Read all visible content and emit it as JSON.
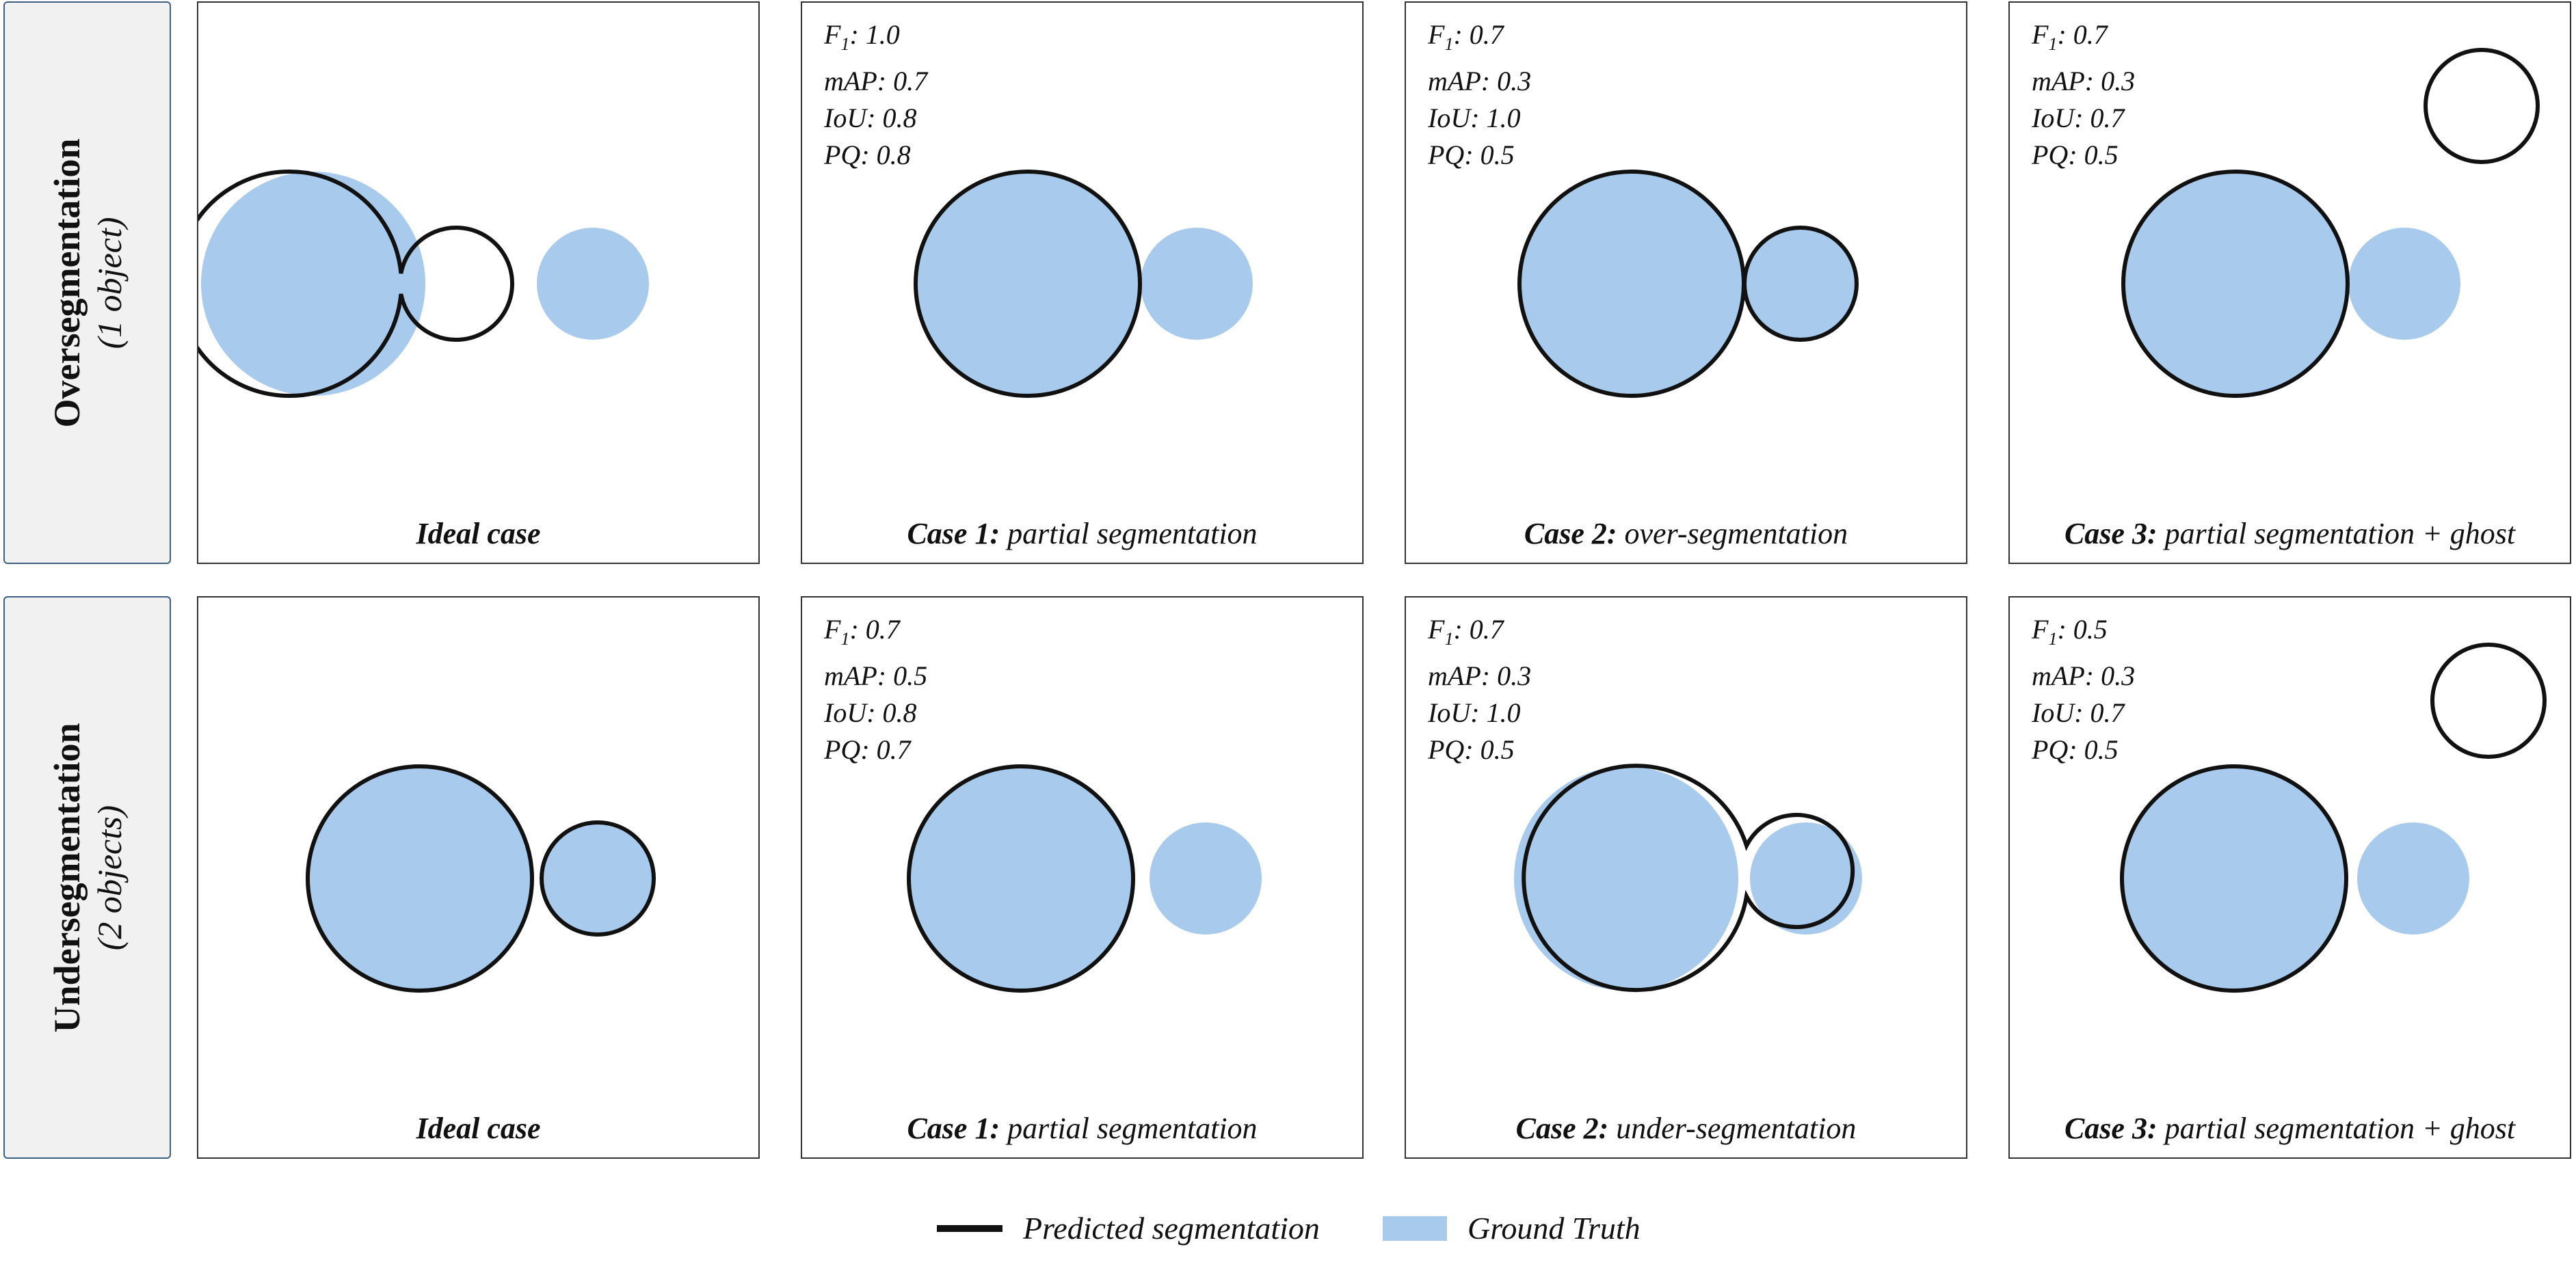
{
  "colors": {
    "ground_truth_fill": "#a8caec",
    "prediction_stroke": "#111111",
    "row_label_bg": "#f1f1f1",
    "row_label_border": "#3d5f86"
  },
  "rows": [
    {
      "label": "Oversegmentation",
      "sublabel": "(1 object)",
      "panels": [
        {
          "kind": "ideal",
          "caption_bold": "Ideal case",
          "caption_rest": ""
        },
        {
          "kind": "case1",
          "caption_bold": "Case 1:",
          "caption_rest": " partial segmentation",
          "metrics": {
            "f1": "1.0",
            "map": "mAP: 0.7",
            "iou": "IoU: 0.8",
            "pq": "PQ: 0.8"
          }
        },
        {
          "kind": "case2",
          "caption_bold": "Case 2:",
          "caption_rest": " over-segmentation",
          "metrics": {
            "f1": "0.7",
            "map": "mAP: 0.3",
            "iou": "IoU: 1.0",
            "pq": "PQ: 0.5"
          }
        },
        {
          "kind": "case3",
          "caption_bold": "Case 3:",
          "caption_rest": " partial segmentation + ghost",
          "metrics": {
            "f1": "0.7",
            "map": "mAP: 0.3",
            "iou": "IoU: 0.7",
            "pq": "PQ: 0.5"
          }
        }
      ]
    },
    {
      "label": "Undersegmentation",
      "sublabel": "(2 objects)",
      "panels": [
        {
          "kind": "ideal",
          "caption_bold": "Ideal case",
          "caption_rest": ""
        },
        {
          "kind": "case1",
          "caption_bold": "Case 1:",
          "caption_rest": " partial segmentation",
          "metrics": {
            "f1": "0.7",
            "map": "mAP: 0.5",
            "iou": "IoU: 0.8",
            "pq": "PQ: 0.7"
          }
        },
        {
          "kind": "case2",
          "caption_bold": "Case 2:",
          "caption_rest": " under-segmentation",
          "metrics": {
            "f1": "0.7",
            "map": "mAP: 0.3",
            "iou": "IoU: 1.0",
            "pq": "PQ: 0.5"
          }
        },
        {
          "kind": "case3",
          "caption_bold": "Case 3:",
          "caption_rest": " partial segmentation + ghost",
          "metrics": {
            "f1": "0.5",
            "map": "mAP: 0.3",
            "iou": "IoU: 0.7",
            "pq": "PQ: 0.5"
          }
        }
      ]
    }
  ],
  "legend": {
    "predicted": "Predicted segmentation",
    "ground_truth": "Ground Truth"
  }
}
